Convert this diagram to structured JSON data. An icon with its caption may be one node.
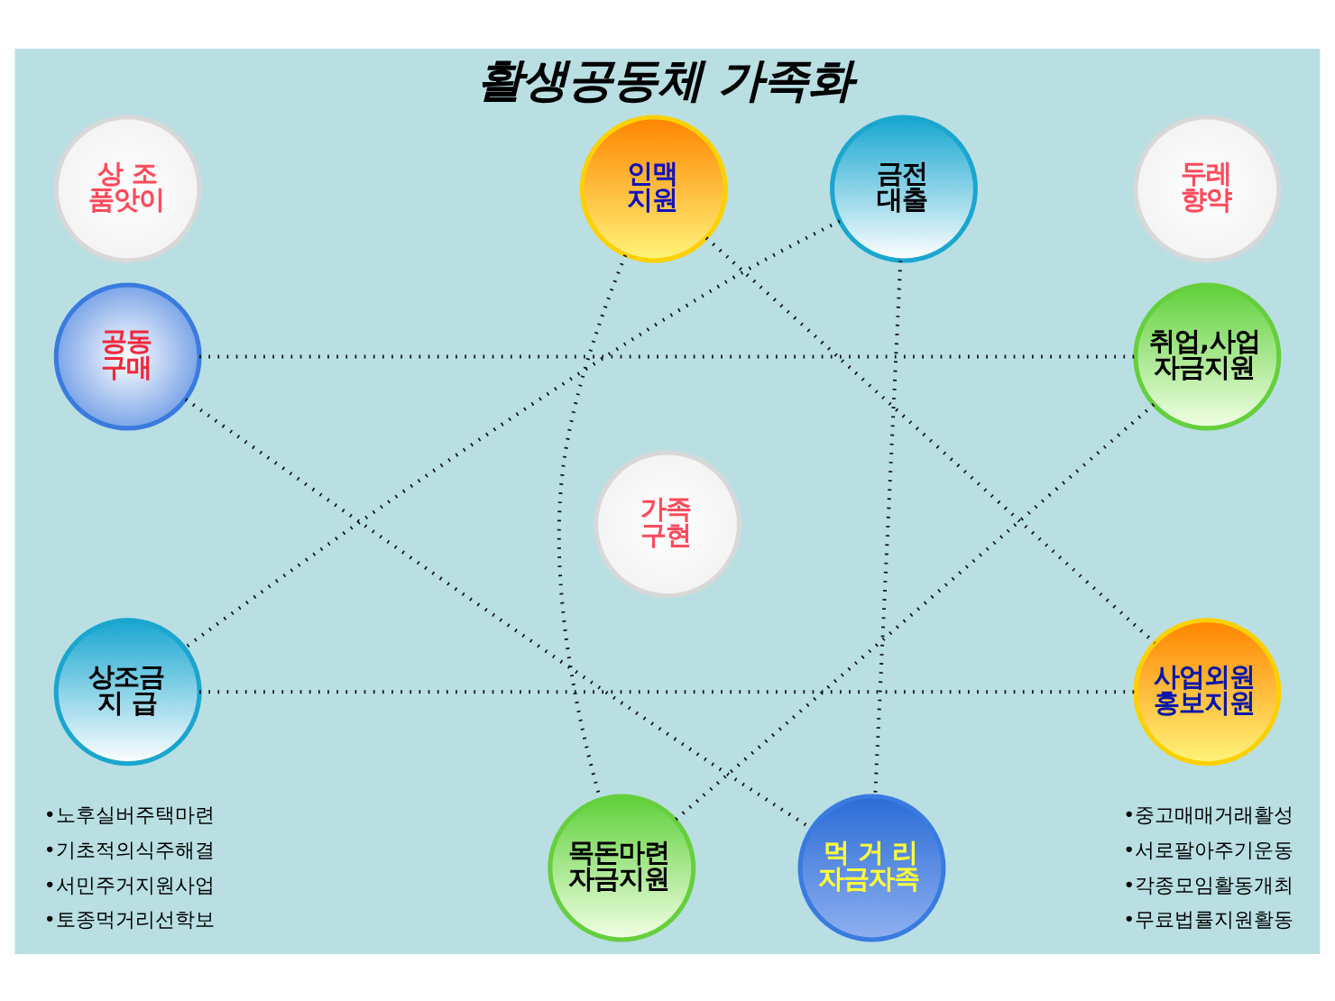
{
  "diagram": {
    "title": "활생공동체 가족화",
    "nodes": [
      {
        "text": [
          "상 조 품앗이"
        ]
      },
      {
        "text": [
          "인맥 지원"
        ]
      },
      {
        "text": [
          "금전 대출"
        ]
      },
      {
        "text": [
          "두레 향약"
        ]
      },
      {
        "text": [
          "공동 구매"
        ]
      },
      {
        "text": [
          "취업,사업 자금지원"
        ]
      },
      {
        "text": [
          "가족 구현"
        ]
      },
      {
        "text": [
          "상조금 지 급"
        ]
      },
      {
        "text": [
          "사업외원 홍보지원"
        ]
      },
      {
        "text": [
          "목돈마련 자금지원"
        ]
      },
      {
        "text": [
          "먹 거 리 자금자족"
        ]
      }
    ],
    "edges": [
      {
        "from": 1,
        "to": 8,
        "arrow": "none",
        "style": "dashed"
      },
      {
        "from": 1,
        "to": 9,
        "arrow": "none",
        "style": "dashed"
      },
      {
        "from": 2,
        "to": 7,
        "arrow": "none",
        "style": "dashed"
      },
      {
        "from": 2,
        "to": 10,
        "arrow": "none",
        "style": "dashed"
      },
      {
        "from": 4,
        "to": 5,
        "arrow": "none",
        "style": "dashed"
      },
      {
        "from": 4,
        "to": 10,
        "arrow": "none",
        "style": "dashed"
      },
      {
        "from": 5,
        "to": 9,
        "arrow": "none",
        "style": "dashed"
      },
      {
        "from": 7,
        "to": 8,
        "arrow": "none",
        "style": "dashed"
      }
    ],
    "labels": [
      "•노후실버주택마련",
      "•기초적의식주해결",
      "•서민주거지원사업",
      "•토종먹거리선학보",
      "•중고매매거래활성",
      "•서로팔아주기운동",
      "•각종모임활동개최",
      "•무료법률지원활동"
    ]
  }
}
